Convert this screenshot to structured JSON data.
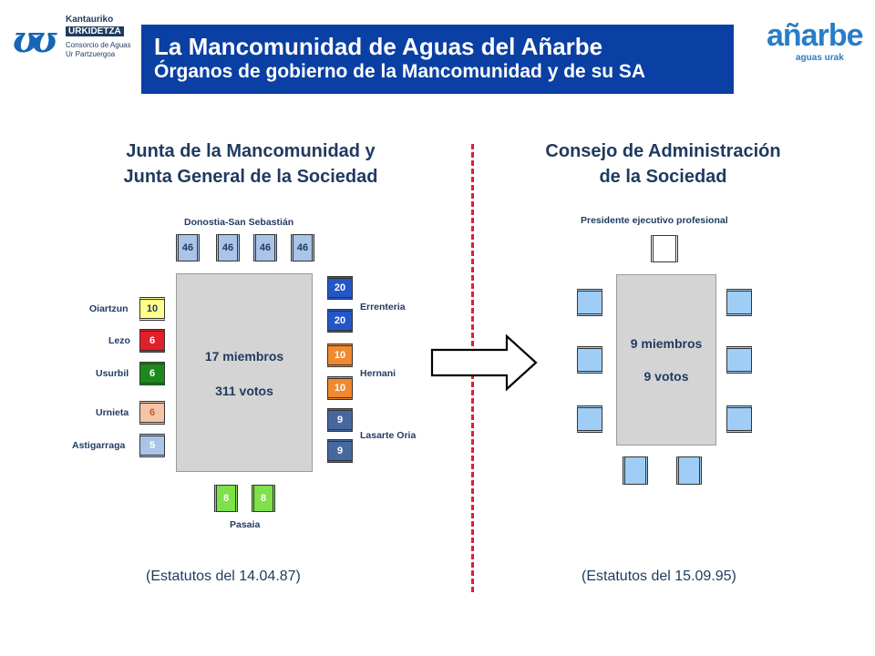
{
  "header": {
    "left_logo": {
      "line1": "Kantauriko",
      "line2": "URKIDETZA",
      "line3": "Consorcio de Aguas",
      "line4": "Ur Partzuergoa"
    },
    "title": "La Mancomunidad de Aguas del Añarbe",
    "subtitle": "Órganos de gobierno de la Mancomunidad y de su SA",
    "right_logo": {
      "word": "añarbe",
      "tag": "aguas urak"
    }
  },
  "colors": {
    "header_bg": "#0a3fa3",
    "divider": "#e0202a",
    "donostia": "#aac4e8",
    "errenteria": "#2457c5",
    "hernani": "#f08a30",
    "lasarte": "#46689e",
    "oiartzun": "#ffff8c",
    "lezo": "#e0202a",
    "usurbil": "#1b8a1b",
    "urnieta": "#f5c5a8",
    "astigarraga": "#aac4e8",
    "pasaia": "#7ee04a",
    "consejo_seat": "#9fcdf5"
  },
  "left": {
    "heading_line1": "Junta de la Mancomunidad y",
    "heading_line2": "Junta General de la Sociedad",
    "members": "17 miembros",
    "votes": "311 votos",
    "statutes": "(Estatutos del 14.04.87)",
    "groups": {
      "donostia": {
        "label": "Donostia-San Sebastián",
        "seats": [
          "46",
          "46",
          "46",
          "46"
        ]
      },
      "errenteria": {
        "label": "Errenteria",
        "seats": [
          "20",
          "20"
        ]
      },
      "hernani": {
        "label": "Hernani",
        "seats": [
          "10",
          "10"
        ]
      },
      "lasarte": {
        "label": "Lasarte Oria",
        "seats": [
          "9",
          "9"
        ]
      },
      "pasaia": {
        "label": "Pasaia",
        "seats": [
          "8",
          "8"
        ]
      },
      "oiartzun": {
        "label": "Oiartzun",
        "seats": [
          "10"
        ]
      },
      "lezo": {
        "label": "Lezo",
        "seats": [
          "6"
        ]
      },
      "usurbil": {
        "label": "Usurbil",
        "seats": [
          "6"
        ]
      },
      "urnieta": {
        "label": "Urnieta",
        "seats": [
          "6"
        ]
      },
      "astigarraga": {
        "label": "Astigarraga",
        "seats": [
          "5"
        ]
      }
    }
  },
  "right": {
    "heading_line1": "Consejo de Administración",
    "heading_line2": "de la Sociedad",
    "president_label": "Presidente ejecutivo profesional",
    "members": "9 miembros",
    "votes": "9 votos",
    "statutes": "(Estatutos del 15.09.95)"
  }
}
